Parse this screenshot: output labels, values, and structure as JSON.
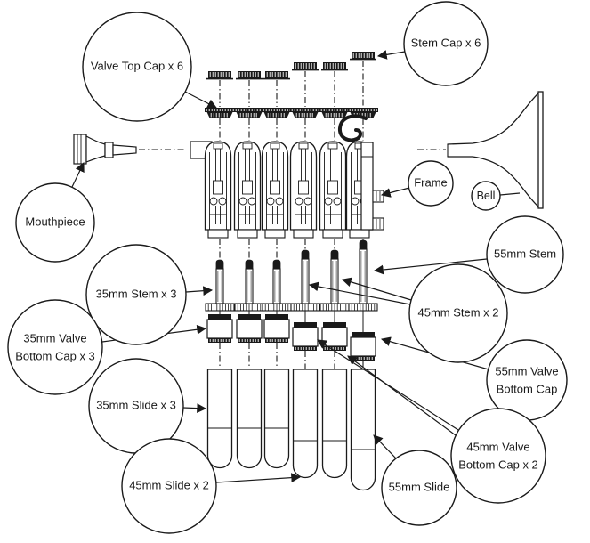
{
  "colors": {
    "line": "#1a1a1a",
    "background": "#ffffff"
  },
  "labels": {
    "valve_top_cap": "Valve Top Cap x 6",
    "stem_cap": "Stem Cap x 6",
    "mouthpiece": "Mouthpiece",
    "frame": "Frame",
    "bell": "Bell",
    "stem_55": "55mm Stem",
    "stem_45": "45mm Stem x 2",
    "stem_35": "35mm Stem x 3",
    "cap_35": "35mm Valve Bottom Cap x 3",
    "cap_55": "55mm Valve Bottom Cap",
    "slide_35": "35mm Slide x 3",
    "cap_45": "45mm Valve Bottom Cap x 2",
    "slide_45": "45mm Slide x 2",
    "slide_55": "55mm Slide"
  },
  "diagram": {
    "columns": [
      "35mm",
      "35mm",
      "35mm",
      "45mm",
      "45mm",
      "55mm"
    ]
  }
}
